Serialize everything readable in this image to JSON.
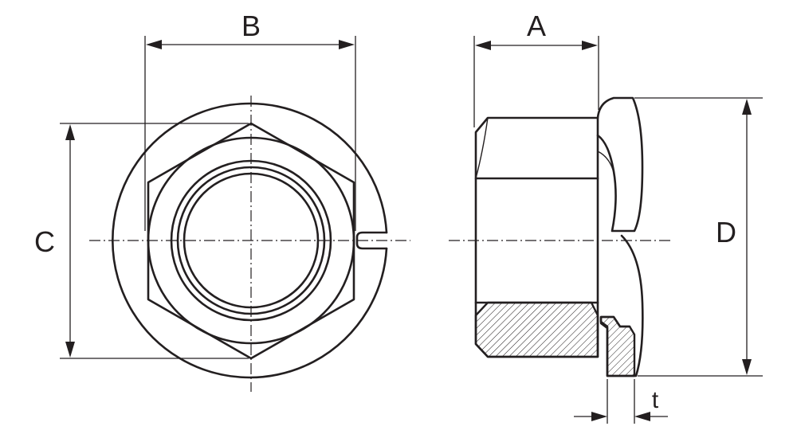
{
  "labels": {
    "a": "A",
    "b": "B",
    "c": "C",
    "d": "D",
    "t": "t"
  }
}
